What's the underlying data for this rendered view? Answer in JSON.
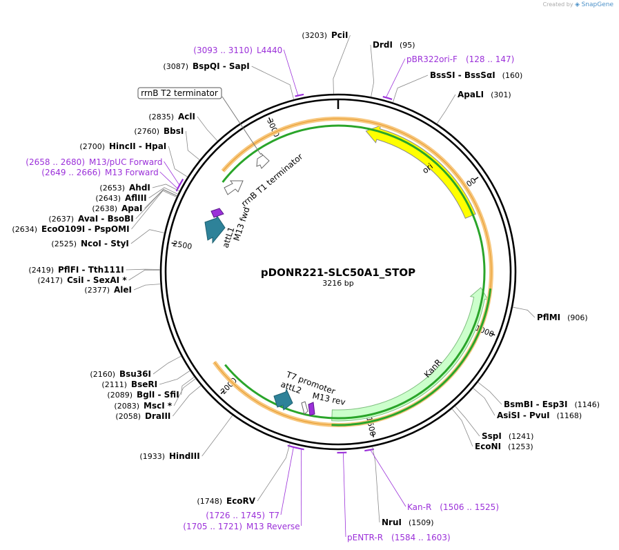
{
  "credit": {
    "prefix": "Created by",
    "brand": "SnapGene"
  },
  "map": {
    "title": "pDONR221-SLC50A1_STOP",
    "length_label": "3216 bp",
    "total_bp": 3216
  },
  "ticks": [
    {
      "label": "500",
      "bp": 500
    },
    {
      "label": "1000",
      "bp": 1000
    },
    {
      "label": "1500",
      "bp": 1500
    },
    {
      "label": "2000",
      "bp": 2000
    },
    {
      "label": "2500",
      "bp": 2500
    },
    {
      "label": "3000",
      "bp": 3000
    }
  ],
  "enzymes": [
    {
      "name": "PciI",
      "pos": "(3203)",
      "bp": 3203,
      "side": "left"
    },
    {
      "name": "DrdI",
      "pos": "(95)",
      "bp": 95,
      "side": "right"
    },
    {
      "name": "BssSI - BssSαI",
      "pos": "(160)",
      "bp": 160,
      "side": "right"
    },
    {
      "name": "ApaLI",
      "pos": "(301)",
      "bp": 301,
      "side": "right"
    },
    {
      "name": "PflMI",
      "pos": "(906)",
      "bp": 906,
      "side": "right"
    },
    {
      "name": "BsmBI - Esp3I",
      "pos": "(1146)",
      "bp": 1146,
      "side": "right"
    },
    {
      "name": "AsiSI - PvuI",
      "pos": "(1168)",
      "bp": 1168,
      "side": "right"
    },
    {
      "name": "SspI",
      "pos": "(1241)",
      "bp": 1241,
      "side": "right"
    },
    {
      "name": "EcoNI",
      "pos": "(1253)",
      "bp": 1253,
      "side": "right"
    },
    {
      "name": "NruI",
      "pos": "(1509)",
      "bp": 1509,
      "side": "right"
    },
    {
      "name": "EcoRV",
      "pos": "(1748)",
      "bp": 1748,
      "side": "left"
    },
    {
      "name": "HindIII",
      "pos": "(1933)",
      "bp": 1933,
      "side": "left"
    },
    {
      "name": "DraIII",
      "pos": "(2058)",
      "bp": 2058,
      "side": "left"
    },
    {
      "name": "MscI *",
      "pos": "(2083)",
      "bp": 2083,
      "side": "left"
    },
    {
      "name": "BglI - SfiI",
      "pos": "(2089)",
      "bp": 2089,
      "side": "left"
    },
    {
      "name": "BseRI",
      "pos": "(2111)",
      "bp": 2111,
      "side": "left"
    },
    {
      "name": "Bsu36I",
      "pos": "(2160)",
      "bp": 2160,
      "side": "left"
    },
    {
      "name": "AleI",
      "pos": "(2377)",
      "bp": 2377,
      "side": "left"
    },
    {
      "name": "CsiI - SexAI *",
      "pos": "(2417)",
      "bp": 2417,
      "side": "left"
    },
    {
      "name": "PflFI - Tth111I",
      "pos": "(2419)",
      "bp": 2419,
      "side": "left"
    },
    {
      "name": "NcoI - StyI",
      "pos": "(2525)",
      "bp": 2525,
      "side": "left"
    },
    {
      "name": "EcoO109I - PspOMI",
      "pos": "(2634)",
      "bp": 2634,
      "side": "left"
    },
    {
      "name": "AvaI - BsoBI",
      "pos": "(2637)",
      "bp": 2637,
      "side": "left"
    },
    {
      "name": "ApaI",
      "pos": "(2638)",
      "bp": 2638,
      "side": "left"
    },
    {
      "name": "AflIII",
      "pos": "(2643)",
      "bp": 2643,
      "side": "left"
    },
    {
      "name": "AhdI",
      "pos": "(2653)",
      "bp": 2653,
      "side": "left"
    },
    {
      "name": "HincII - HpaI",
      "pos": "(2700)",
      "bp": 2700,
      "side": "left"
    },
    {
      "name": "BbsI",
      "pos": "(2760)",
      "bp": 2760,
      "side": "left"
    },
    {
      "name": "AclI",
      "pos": "(2835)",
      "bp": 2835,
      "side": "left"
    },
    {
      "name": "BspQI - SapI",
      "pos": "(3087)",
      "bp": 3087,
      "side": "left"
    }
  ],
  "primers": [
    {
      "name": "L4440",
      "range": "(3093 .. 3110)",
      "start": 3093,
      "end": 3110,
      "side": "left"
    },
    {
      "name": "pBR322ori-F",
      "range": "(128 .. 147)",
      "start": 128,
      "end": 147,
      "side": "right"
    },
    {
      "name": "M13/pUC Forward",
      "range": "(2658 .. 2680)",
      "start": 2658,
      "end": 2680,
      "side": "left"
    },
    {
      "name": "M13 Forward",
      "range": "(2649 .. 2666)",
      "start": 2649,
      "end": 2666,
      "side": "left"
    },
    {
      "name": "Kan-R",
      "range": "(1506 .. 1525)",
      "start": 1506,
      "end": 1525,
      "side": "right"
    },
    {
      "name": "pENTR-R",
      "range": "(1584 .. 1603)",
      "start": 1584,
      "end": 1603,
      "side": "right"
    },
    {
      "name": "T7",
      "range": "(1726 .. 1745)",
      "start": 1726,
      "end": 1745,
      "side": "left"
    },
    {
      "name": "M13 Reverse",
      "range": "(1705 .. 1721)",
      "start": 1705,
      "end": 1721,
      "side": "left"
    }
  ],
  "features": {
    "ori": {
      "label": "ori",
      "color": "#ffff00"
    },
    "kanr": {
      "label": "KanR",
      "color": "#ccffcc"
    },
    "attl1": {
      "label": "attL1",
      "color": "#2e8299"
    },
    "attl2": {
      "label": "attL2",
      "color": "#2e8299"
    },
    "m13fwd": {
      "label": "M13 fwd",
      "color": "#9b30d9"
    },
    "m13rev": {
      "label": "M13 rev",
      "color": "#9b30d9"
    },
    "rrnb_t1": {
      "label": "rrnB T1 terminator",
      "color": "#ffffff"
    },
    "rrnb_t2": {
      "label": "rrnB T2 terminator",
      "color": "#ffffff"
    },
    "t7_promoter": {
      "label": "T7 promoter",
      "color": "#ffffff"
    },
    "orf_orange": {
      "color": "#f7c77e"
    },
    "orf_green": {
      "color": "#2aa52a"
    }
  }
}
